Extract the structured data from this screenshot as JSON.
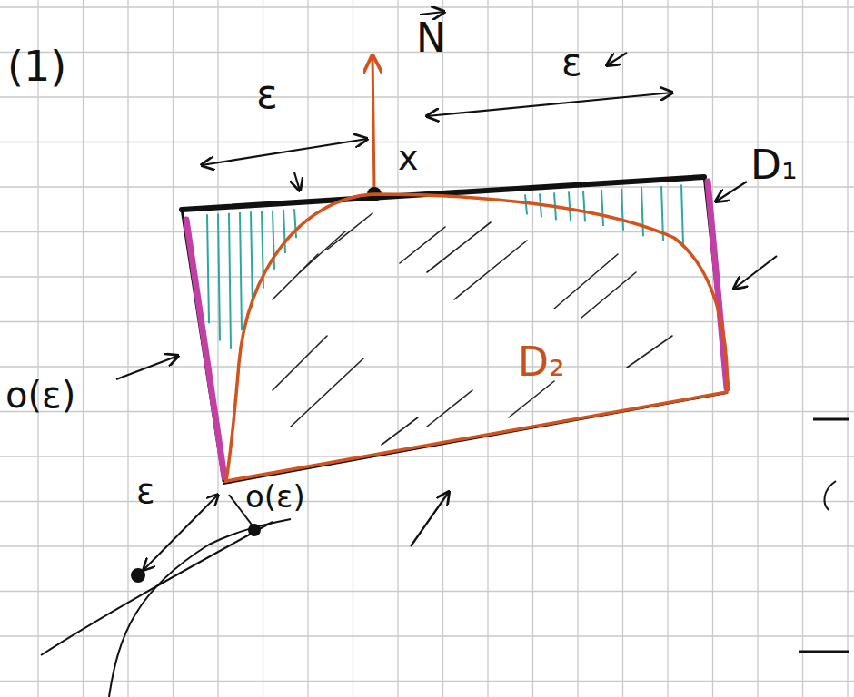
{
  "diagram": {
    "nodes": [
      {
        "text": [
          "D₂"
        ]
      }
    ],
    "labels": [
      "(1)",
      "N",
      "ε",
      "ε",
      "x",
      "D₁",
      "o(ε)",
      "ε",
      "o(ε)"
    ]
  }
}
